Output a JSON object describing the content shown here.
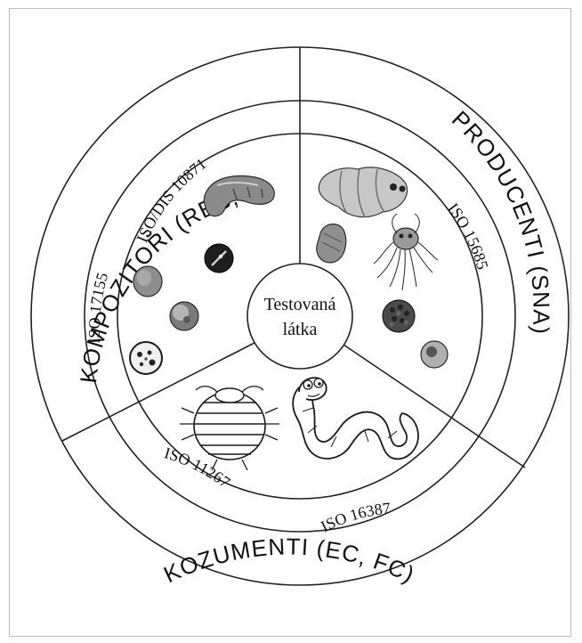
{
  "center": {
    "line1": "Testovaná",
    "line2": "látka"
  },
  "sectors": {
    "decomposers": {
      "title": "DEKOMPOZITOŘI (RES, AG)",
      "iso_a": "ISO/DIS 10871",
      "iso_b": "ISO 17155"
    },
    "producers": {
      "title": "PRODUCENTI (SNA)",
      "iso_a": "ISO 15685"
    },
    "consumers": {
      "title": "KOZUMENTI (EC, FC)",
      "iso_a": "ISO 11267",
      "iso_b": "ISO 16387"
    }
  }
}
